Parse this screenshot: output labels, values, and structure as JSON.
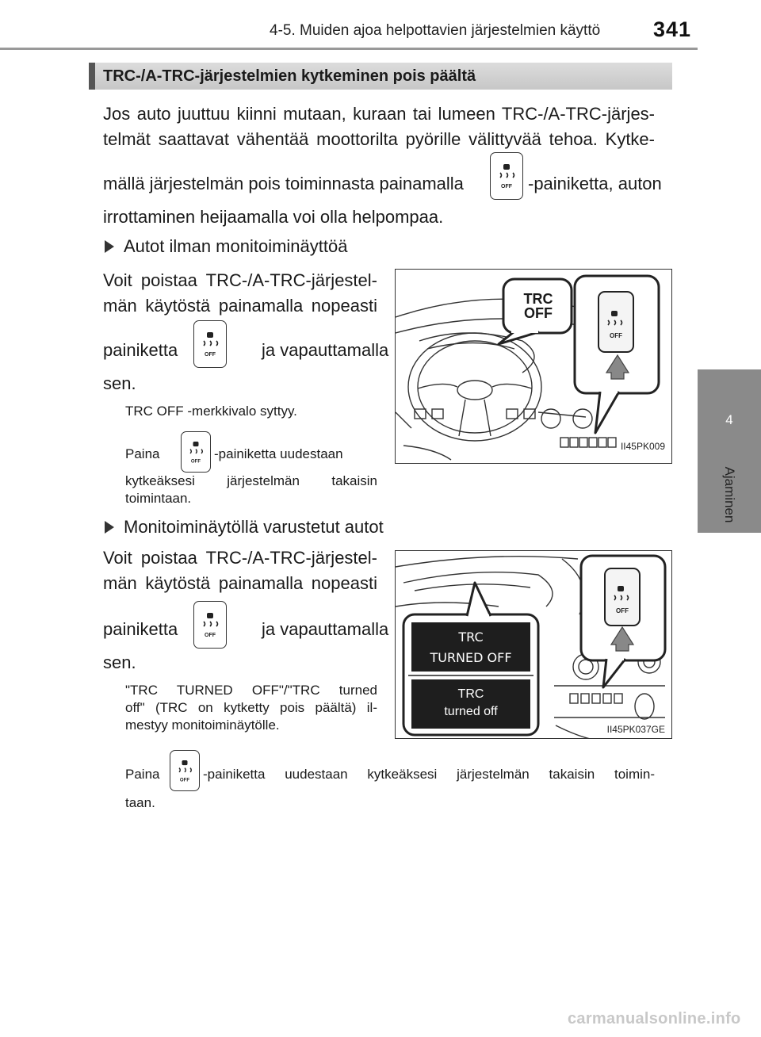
{
  "header": {
    "running_head": "4-5. Muiden ajoa helpottavien järjestelmien käyttö",
    "page_number": "341"
  },
  "side_tab": {
    "number": "4",
    "label": "Ajaminen"
  },
  "section": {
    "heading": "TRC-/A-TRC-järjestelmien kytkeminen pois päältä",
    "intro_lines": [
      "Jos auto juuttuu kiinni mutaan, kuraan tai lumeen TRC-/A-TRC-järjes-",
      "telmät saattavat vähentää moottorilta pyörille välittyvää tehoa. Kytke-"
    ],
    "intro_line3_a": "mällä järjestelmän pois toiminnasta painamalla",
    "intro_line3_b": "-painiketta, auton",
    "intro_line4": "irrottaminen heijaamalla voi olla helpompaa."
  },
  "block1": {
    "heading": "Autot ilman monitoiminäyttöä",
    "line1": "Voit poistaa TRC-/A-TRC-järjestel-",
    "line2": "män käytöstä painamalla nopeasti",
    "line3_a": "painiketta",
    "line3_b": "ja vapauttamalla",
    "line4": "sen.",
    "note1": "TRC OFF -merkkivalo syttyy.",
    "note2_a": "Paina",
    "note2_b": "-painiketta uudestaan",
    "note2_line2": "kytkeäksesi järjestelmän takaisin",
    "note2_line3": "toimintaan.",
    "figure": {
      "callout_line1": "TRC",
      "callout_line2": "OFF",
      "code": "II45PK009"
    }
  },
  "block2": {
    "heading": "Monitoiminäytöllä varustetut autot",
    "line1": "Voit poistaa TRC-/A-TRC-järjestel-",
    "line2": "män käytöstä painamalla nopeasti",
    "line3_a": "painiketta",
    "line3_b": "ja vapauttamalla",
    "line4": "sen.",
    "note1_line1": "\"TRC TURNED OFF\"/\"TRC turned",
    "note1_line2": "off\" (TRC on kytketty pois päältä) il-",
    "note1_line3": "mestyy monitoiminäytölle.",
    "note2_a": "Paina",
    "note2_b": "-painiketta uudestaan kytkeäksesi järjestelmän takaisin toimin-",
    "note2_line2": "taan.",
    "figure": {
      "screen1_line1": "TRC",
      "screen1_line2": "TURNED OFF",
      "screen2_line1": "TRC",
      "screen2_line2": "turned off",
      "code": "II45PK037GE"
    }
  },
  "button_icon": {
    "icon": "trc-off-button-icon",
    "label": "OFF"
  },
  "watermark": "carmanualsonline.info"
}
